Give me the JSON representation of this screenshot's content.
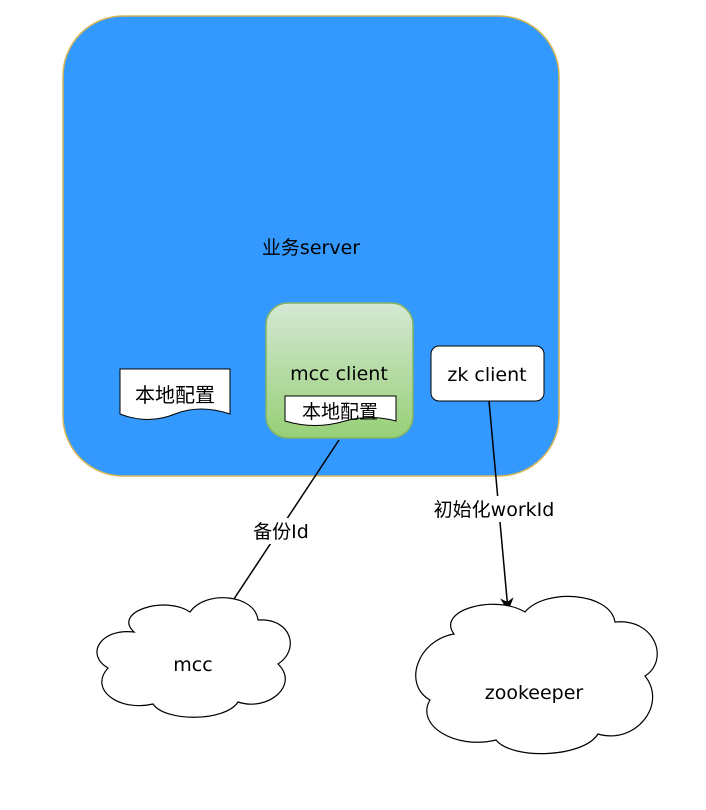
{
  "server": {
    "label": "业务server",
    "fill": "#3399FF",
    "stroke": "#D6B656"
  },
  "local_config_outer": {
    "label": "本地配置"
  },
  "mcc_client": {
    "label": "mcc client",
    "fill_top": "#D5E8D4",
    "fill_bottom": "#97D077",
    "stroke": "#82B366"
  },
  "local_config_inner": {
    "label": "本地配置"
  },
  "zk_client": {
    "label": "zk client"
  },
  "edge_backup": {
    "label": "备份Id"
  },
  "edge_init": {
    "label": "初始化workId"
  },
  "cloud_mcc": {
    "label": "mcc"
  },
  "cloud_zookeeper": {
    "label": "zookeeper"
  }
}
